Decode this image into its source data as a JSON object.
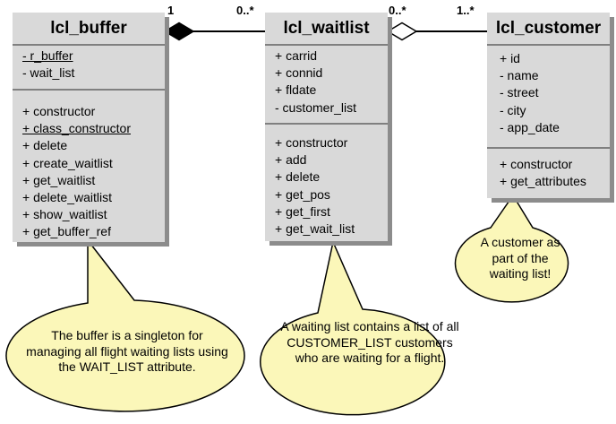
{
  "classes": {
    "buffer": {
      "name": "lcl_buffer",
      "attributes": [
        {
          "text": "- r_buffer",
          "underline": true
        },
        {
          "text": "- wait_list"
        }
      ],
      "methods": [
        {
          "text": "+ constructor"
        },
        {
          "text": "+ class_constructor",
          "underline": true
        },
        {
          "text": "+ delete"
        },
        {
          "text": "+ create_waitlist"
        },
        {
          "text": "+ get_waitlist"
        },
        {
          "text": "+ delete_waitlist"
        },
        {
          "text": "+ show_waitlist"
        },
        {
          "text": "+ get_buffer_ref"
        }
      ]
    },
    "waitlist": {
      "name": "lcl_waitlist",
      "attributes": [
        {
          "text": "+ carrid"
        },
        {
          "text": "+ connid"
        },
        {
          "text": "+ fldate"
        },
        {
          "text": "- customer_list"
        }
      ],
      "methods": [
        {
          "text": "+ constructor"
        },
        {
          "text": "+ add"
        },
        {
          "text": "+ delete"
        },
        {
          "text": "+ get_pos"
        },
        {
          "text": "+ get_first"
        },
        {
          "text": "+ get_wait_list"
        }
      ]
    },
    "customer": {
      "name": "lcl_customer",
      "attributes": [
        {
          "text": "+ id"
        },
        {
          "text": "- name"
        },
        {
          "text": "- street"
        },
        {
          "text": "- city"
        },
        {
          "text": "- app_date"
        }
      ],
      "methods": [
        {
          "text": "+ constructor"
        },
        {
          "text": "+ get_attributes"
        }
      ]
    }
  },
  "multiplicities": {
    "buffer_end": "1",
    "waitlist_left": "0..*",
    "waitlist_right": "0..*",
    "customer_end": "1..*"
  },
  "notes": {
    "buffer": "The buffer is a singleton for managing all flight waiting lists using the WAIT_LIST attribute.",
    "waitlist": "A waiting list contains a list of all CUSTOMER_LIST customers who are waiting for a flight.",
    "customer": "A customer as part of the waiting list!"
  },
  "colors": {
    "class_fill": "#d9d9d9",
    "class_shadow": "#8c8c8c",
    "note_fill": "#fbf7b9",
    "line": "#000000"
  }
}
